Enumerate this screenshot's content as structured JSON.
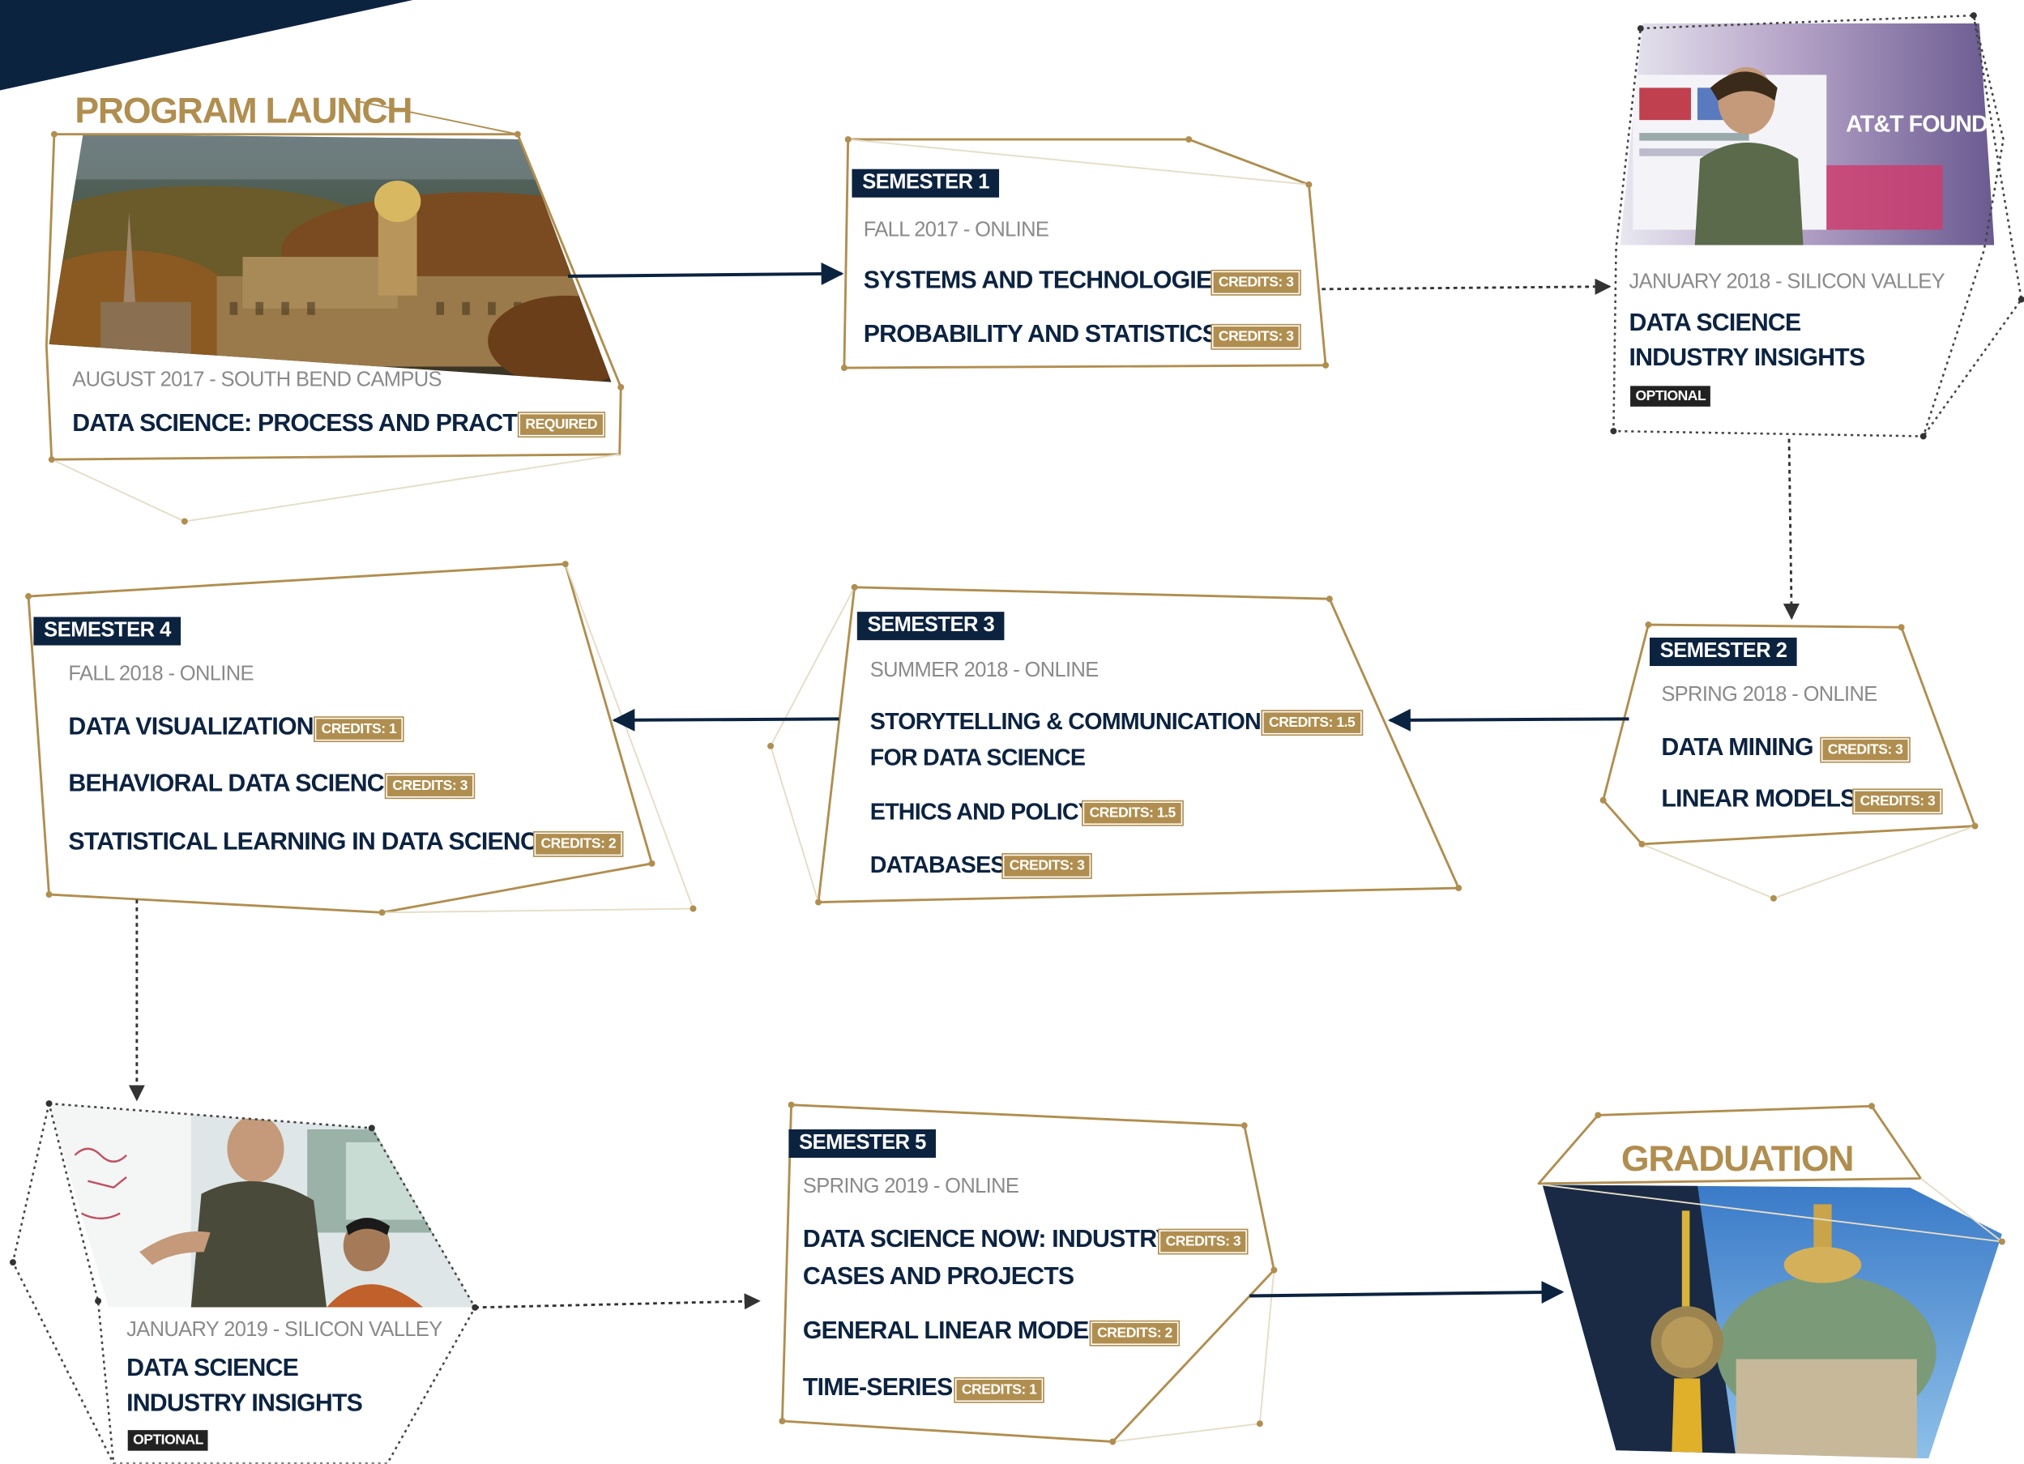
{
  "launch": {
    "title": "PROGRAM LAUNCH",
    "subtitle": "AUGUST 2017 - SOUTH BEND CAMPUS",
    "course": "DATA SCIENCE: PROCESS AND PRACTICE",
    "badge": "REQUIRED"
  },
  "semester1": {
    "label": "SEMESTER 1",
    "subtitle": "FALL 2017 - ONLINE",
    "courses": [
      {
        "name": "SYSTEMS AND TECHNOLOGIES",
        "credits": "CREDITS: 3"
      },
      {
        "name": "PROBABILITY AND STATISTICS",
        "credits": "CREDITS: 3"
      }
    ]
  },
  "insights1": {
    "photo_text": "AT&T FOUNDRY",
    "subtitle": "JANUARY 2018 - SILICON VALLEY",
    "title_line1": "DATA SCIENCE",
    "title_line2": "INDUSTRY INSIGHTS",
    "badge": "OPTIONAL"
  },
  "semester2": {
    "label": "SEMESTER 2",
    "subtitle": "SPRING 2018 - ONLINE",
    "courses": [
      {
        "name": "DATA MINING",
        "credits": "CREDITS: 3"
      },
      {
        "name": "LINEAR MODELS",
        "credits": "CREDITS: 3"
      }
    ]
  },
  "semester3": {
    "label": "SEMESTER 3",
    "subtitle": "SUMMER 2018 - ONLINE",
    "courses": [
      {
        "name_line1": "STORYTELLING & COMMUNICATIONS",
        "name_line2": "FOR DATA SCIENCE",
        "credits": "CREDITS: 1.5"
      },
      {
        "name": "ETHICS AND POLICY",
        "credits": "CREDITS: 1.5"
      },
      {
        "name": "DATABASES",
        "credits": "CREDITS: 3"
      }
    ]
  },
  "semester4": {
    "label": "SEMESTER 4",
    "subtitle": "FALL 2018 - ONLINE",
    "courses": [
      {
        "name": "DATA VISUALIZATION",
        "credits": "CREDITS: 1"
      },
      {
        "name": "BEHAVIORAL DATA SCIENCE",
        "credits": "CREDITS: 3"
      },
      {
        "name": "STATISTICAL LEARNING IN DATA SCIENCE",
        "credits": "CREDITS: 2"
      }
    ]
  },
  "insights2": {
    "subtitle": "JANUARY 2019 - SILICON VALLEY",
    "title_line1": "DATA SCIENCE",
    "title_line2": "INDUSTRY INSIGHTS",
    "badge": "OPTIONAL"
  },
  "semester5": {
    "label": "SEMESTER 5",
    "subtitle": "SPRING 2019 - ONLINE",
    "courses": [
      {
        "name_line1": "DATA SCIENCE NOW: INDUSTRY,",
        "name_line2": "CASES AND PROJECTS",
        "credits": "CREDITS: 3"
      },
      {
        "name": "GENERAL LINEAR MODELS",
        "credits": "CREDITS: 2"
      },
      {
        "name": "TIME-SERIES",
        "credits": "CREDITS: 1"
      }
    ]
  },
  "graduation": {
    "title": "GRADUATION"
  },
  "colors": {
    "navy": "#0c2340",
    "gold": "#b08e4f",
    "grey_text": "#8a8a8a",
    "connector_dotted": "#444444"
  }
}
